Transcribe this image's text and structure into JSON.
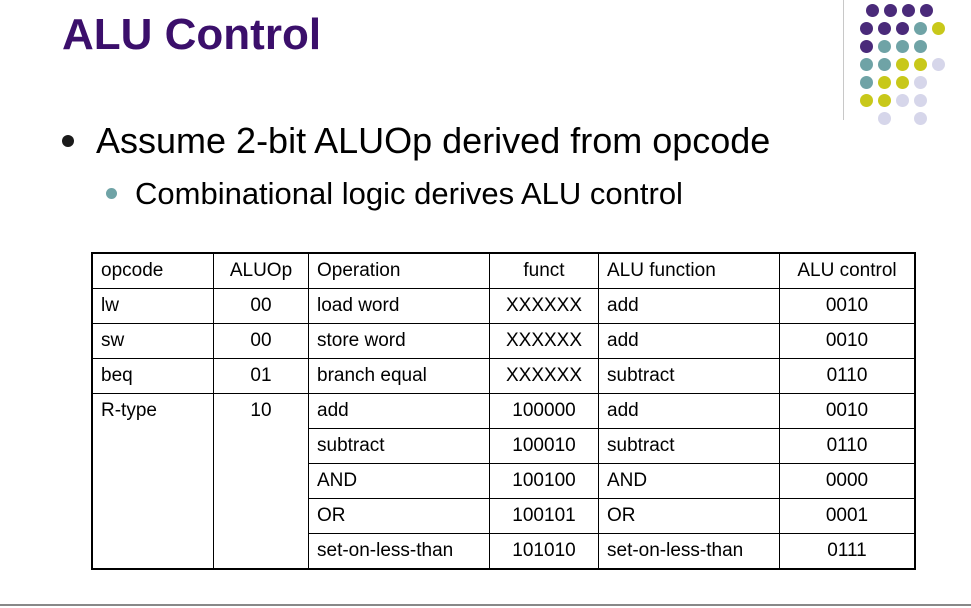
{
  "slide": {
    "title": "ALU Control",
    "bullet1": "Assume 2-bit ALUOp derived from opcode",
    "bullet2": "Combinational logic derives ALU control"
  },
  "colors": {
    "title": "#3b0f6b",
    "dot_purple": "#4a2a7a",
    "dot_teal": "#6fa3a6",
    "dot_yellow": "#c8c81a",
    "dot_lavender": "#d6d6ea"
  },
  "table": {
    "headers": [
      "opcode",
      "ALUOp",
      "Operation",
      "funct",
      "ALU function",
      "ALU control"
    ],
    "rows": [
      [
        "lw",
        "00",
        "load word",
        "XXXXXX",
        "add",
        "0010"
      ],
      [
        "sw",
        "00",
        "store word",
        "XXXXXX",
        "add",
        "0010"
      ],
      [
        "beq",
        "01",
        "branch equal",
        "XXXXXX",
        "subtract",
        "0110"
      ],
      [
        "R-type",
        "10",
        "add",
        "100000",
        "add",
        "0010"
      ],
      [
        "",
        "",
        "subtract",
        "100010",
        "subtract",
        "0110"
      ],
      [
        "",
        "",
        "AND",
        "100100",
        "AND",
        "0000"
      ],
      [
        "",
        "",
        "OR",
        "100101",
        "OR",
        "0001"
      ],
      [
        "",
        "",
        "set-on-less-than",
        "101010",
        "set-on-less-than",
        "0111"
      ]
    ]
  }
}
